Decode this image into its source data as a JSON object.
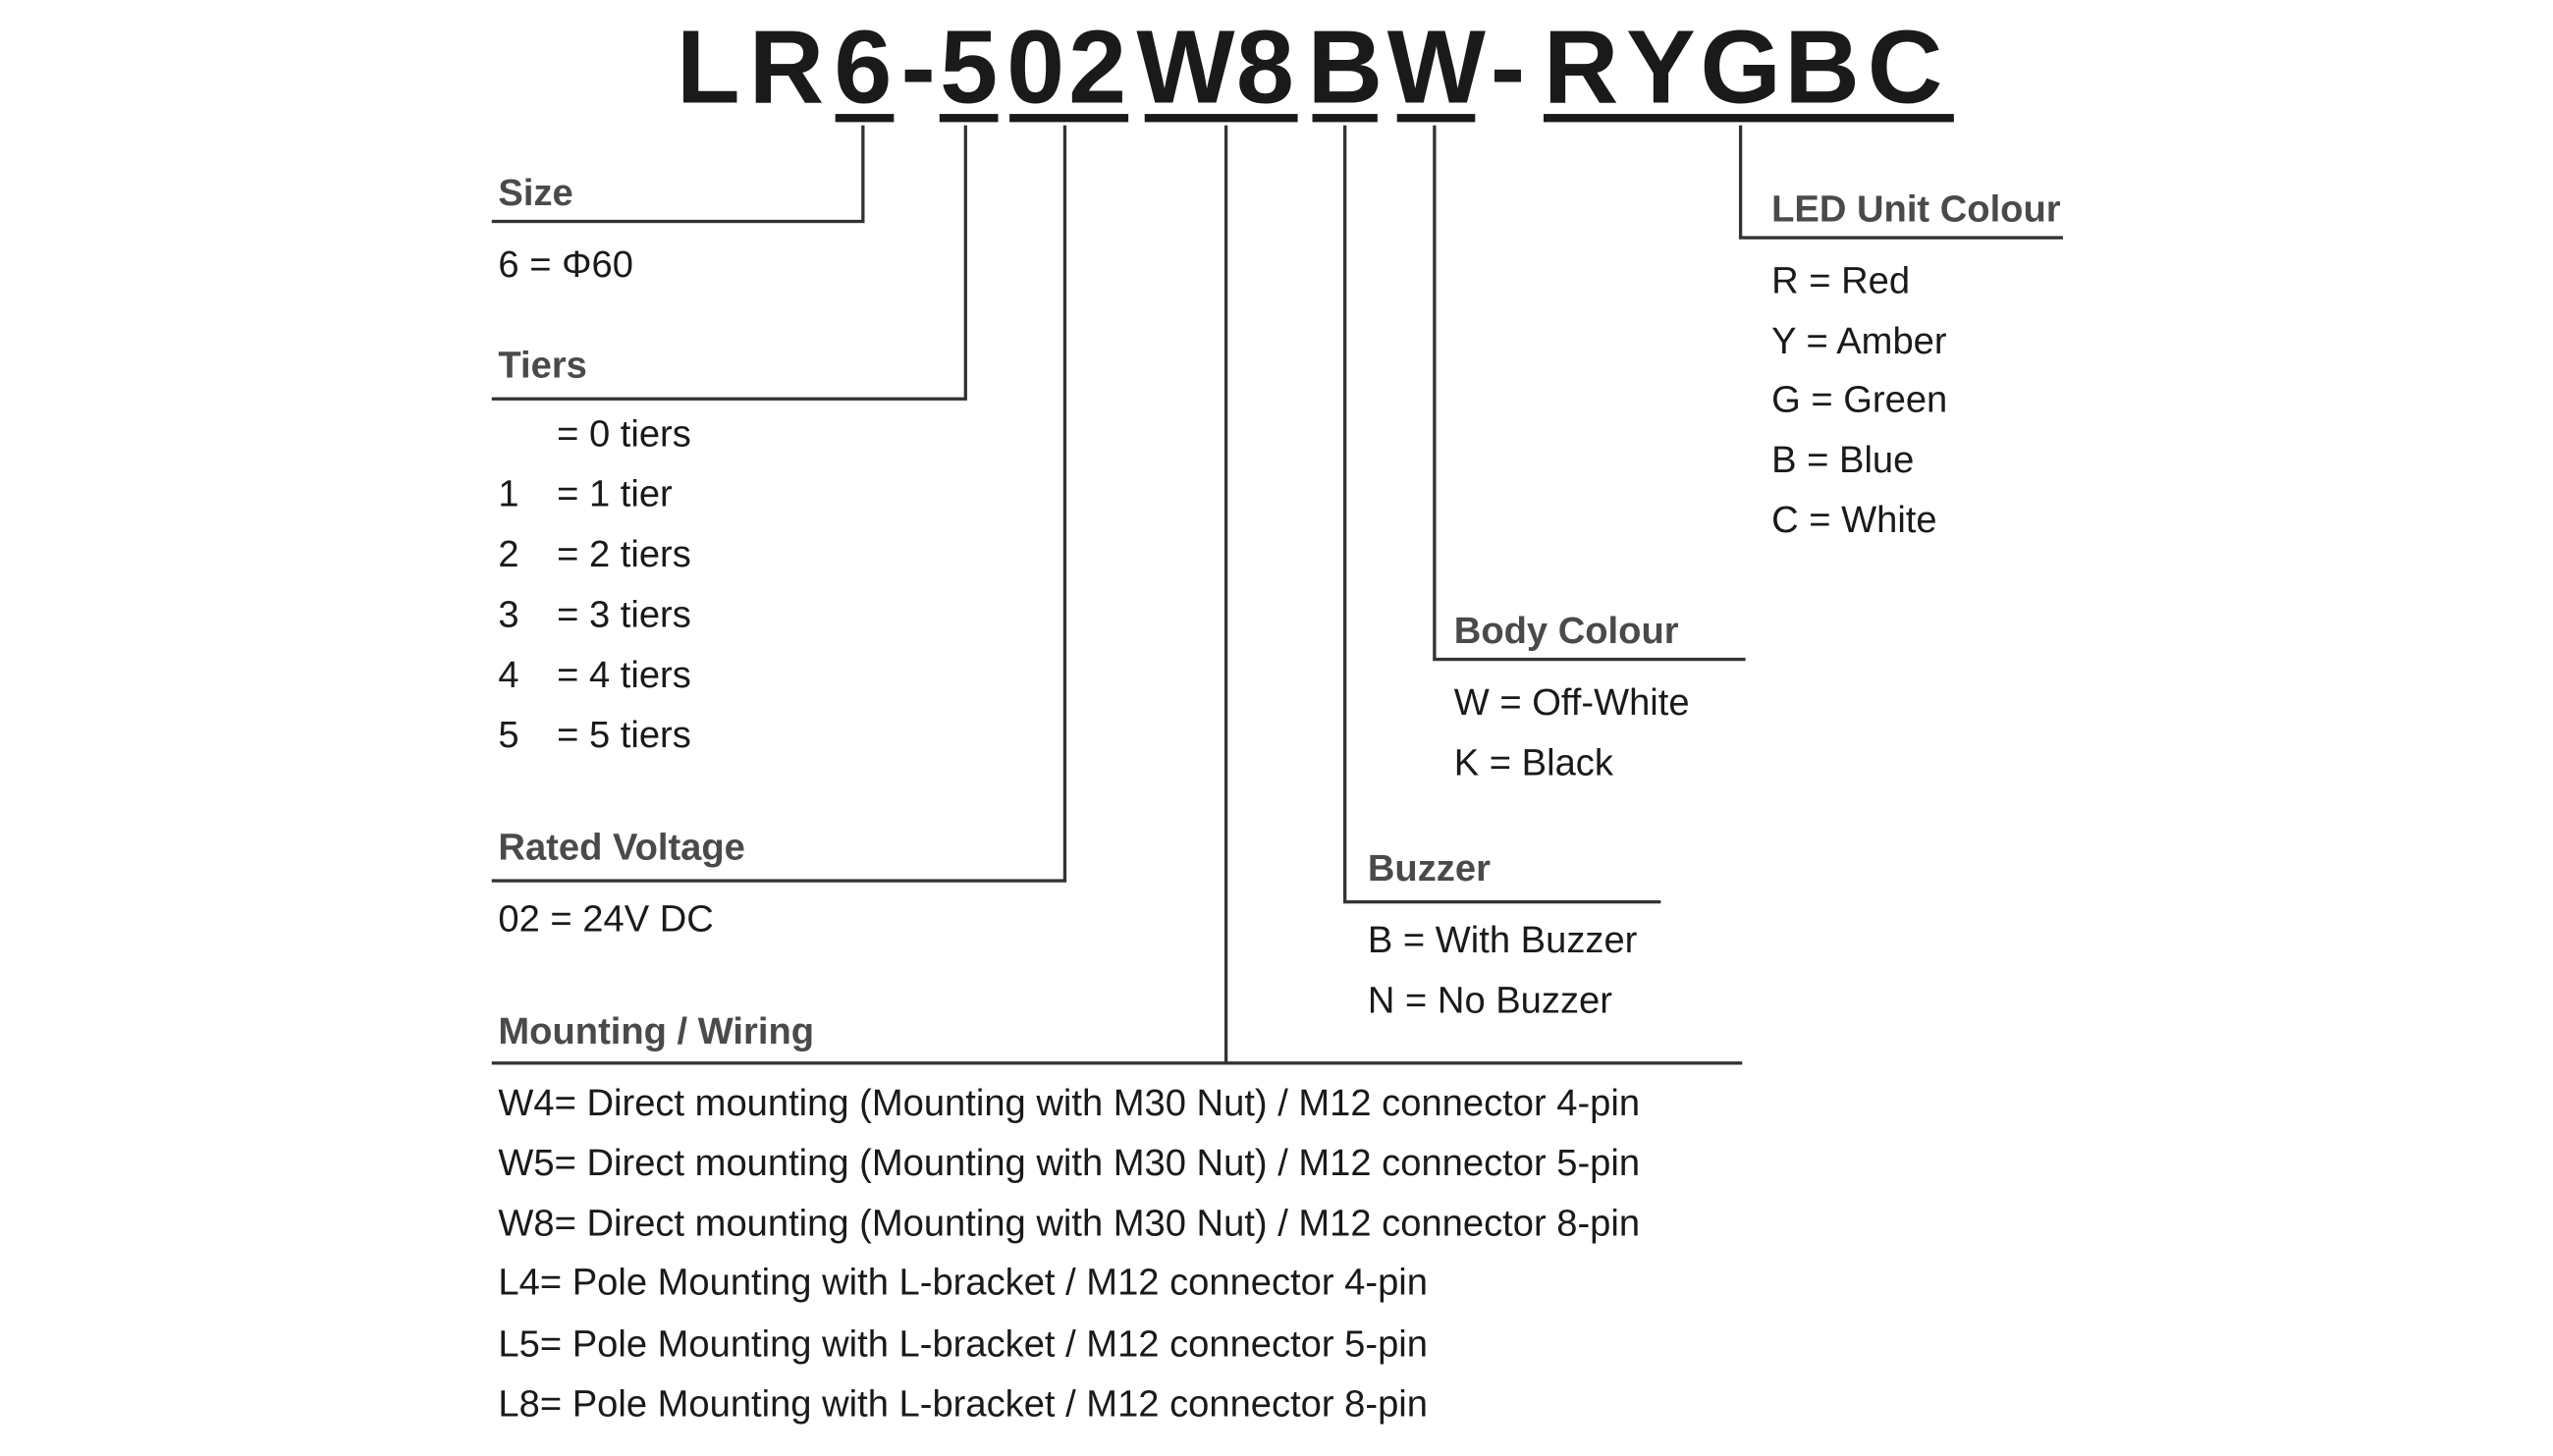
{
  "code": {
    "chars": [
      "L",
      "R",
      "6",
      "-",
      "5",
      "0",
      "2",
      "W",
      "8",
      "B",
      "W",
      "-",
      "R",
      "Y",
      "G",
      "B",
      "C"
    ]
  },
  "size": {
    "header": "Size",
    "items": [
      "6 = Φ60"
    ]
  },
  "tiers": {
    "header": "Tiers",
    "items": [
      {
        "key": "",
        "text": "= 0  tiers"
      },
      {
        "key": "1",
        "text": "= 1 tier"
      },
      {
        "key": "2",
        "text": "= 2  tiers"
      },
      {
        "key": "3",
        "text": "= 3  tiers"
      },
      {
        "key": "4",
        "text": "= 4  tiers"
      },
      {
        "key": "5",
        "text": "= 5  tiers"
      }
    ]
  },
  "rated_voltage": {
    "header": "Rated Voltage",
    "items": [
      "02 = 24V DC"
    ]
  },
  "mounting": {
    "header": "Mounting / Wiring",
    "items": [
      "W4= Direct mounting (Mounting with M30 Nut) / M12 connector 4-pin",
      "W5= Direct mounting (Mounting with M30 Nut) / M12 connector 5-pin",
      "W8= Direct mounting (Mounting with M30 Nut) / M12 connector 8-pin",
      "L4= Pole Mounting with L-bracket / M12 connector 4-pin",
      "L5= Pole Mounting with L-bracket / M12 connector 5-pin",
      "L8= Pole Mounting with L-bracket / M12 connector 8-pin"
    ]
  },
  "buzzer": {
    "header": "Buzzer",
    "items": [
      "B = With Buzzer",
      "N = No Buzzer"
    ]
  },
  "body_colour": {
    "header": "Body Colour",
    "items": [
      "W = Off-White",
      "K = Black"
    ]
  },
  "led_unit_colour": {
    "header": "LED Unit Colour",
    "items": [
      "R = Red",
      "Y = Amber",
      "G = Green",
      "B = Blue",
      "C = White"
    ]
  }
}
